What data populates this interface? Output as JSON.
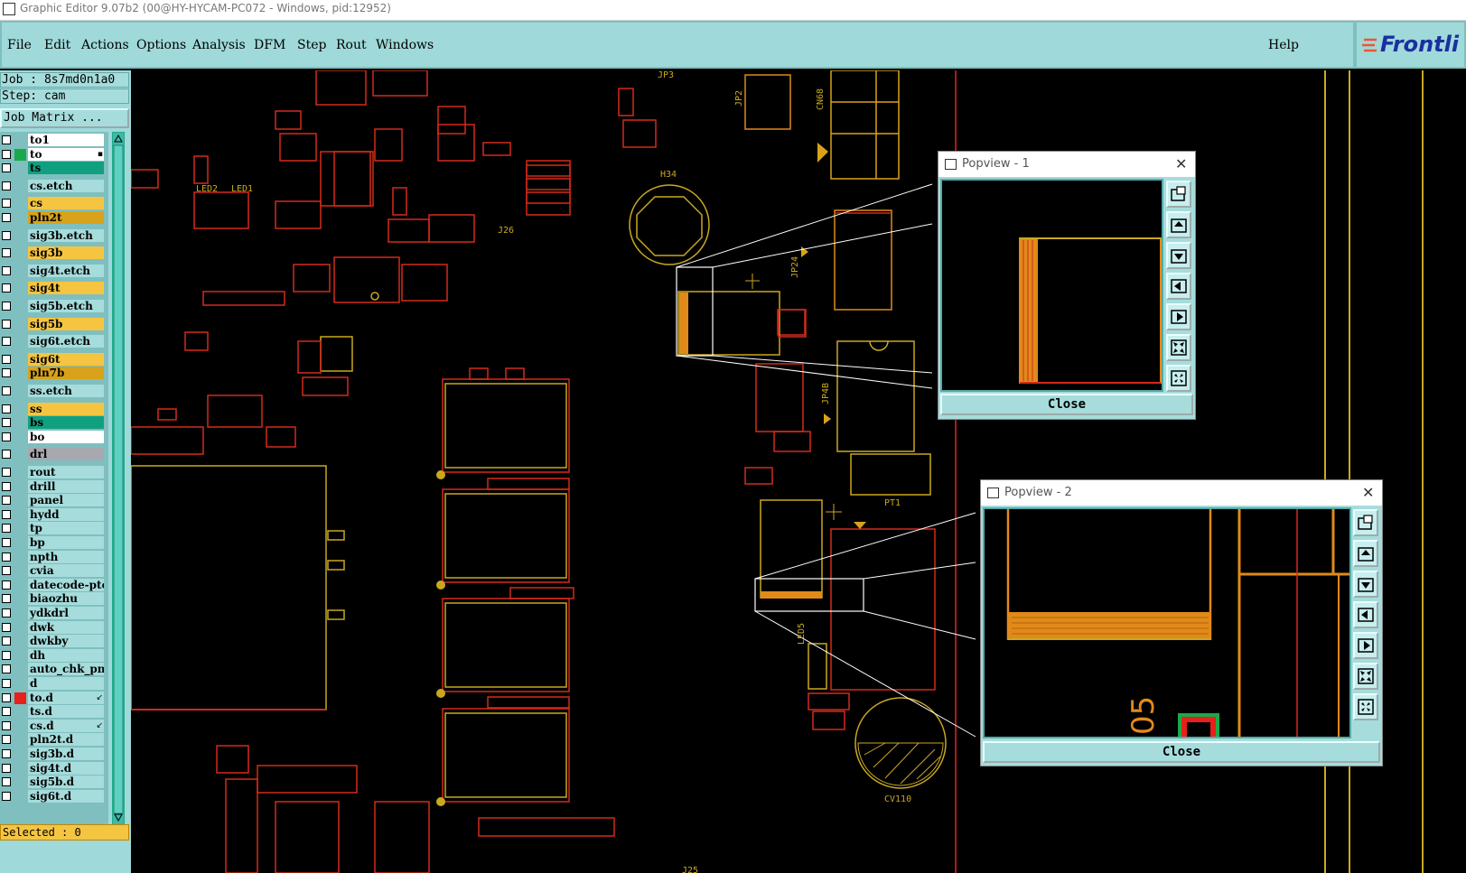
{
  "window": {
    "title": "Graphic Editor 9.07b2 (00@HY-HYCAM-PC072 - Windows, pid:12952)"
  },
  "menubar": {
    "items": [
      "File",
      "Edit",
      "Actions",
      "Options",
      "Analysis",
      "DFM",
      "Step",
      "Rout",
      "Windows"
    ],
    "help": "Help",
    "logo": "Frontli"
  },
  "info": {
    "job": "Job : 8s7md0n1a0",
    "step": "Step: cam",
    "job_matrix": "Job Matrix ...",
    "selected": "Selected : 0"
  },
  "colors": {
    "board_bg": "#000000",
    "panel_bg": "#9fd9d9",
    "trace_red": "#d42a1a",
    "trace_orange": "#e08a1a",
    "trace_yellow": "#d8a21a",
    "layer_orange": "#f5c542",
    "layer_green": "#10a080",
    "layer_white": "#ffffff",
    "layer_gray": "#a8a8b0",
    "layer_cyan": "#a6dcdc"
  },
  "layers": [
    {
      "name": "to1",
      "bg": "#ffffff",
      "swatch": ""
    },
    {
      "name": "to",
      "bg": "#ffffff",
      "swatch": "#1aa84a",
      "mark": "▪"
    },
    {
      "name": "ts",
      "bg": "#10a080",
      "swatch": ""
    },
    {
      "name": "cs.etch",
      "bg": "#a6dcdc",
      "swatch": ""
    },
    {
      "name": "cs",
      "bg": "#f5c542",
      "swatch": ""
    },
    {
      "name": "pln2t",
      "bg": "#d8a21a",
      "swatch": ""
    },
    {
      "name": "sig3b.etch",
      "bg": "#a6dcdc",
      "swatch": ""
    },
    {
      "name": "sig3b",
      "bg": "#f5c542",
      "swatch": ""
    },
    {
      "name": "sig4t.etch",
      "bg": "#a6dcdc",
      "swatch": ""
    },
    {
      "name": "sig4t",
      "bg": "#f5c542",
      "swatch": ""
    },
    {
      "name": "sig5b.etch",
      "bg": "#a6dcdc",
      "swatch": ""
    },
    {
      "name": "sig5b",
      "bg": "#f5c542",
      "swatch": ""
    },
    {
      "name": "sig6t.etch",
      "bg": "#a6dcdc",
      "swatch": ""
    },
    {
      "name": "sig6t",
      "bg": "#f5c542",
      "swatch": ""
    },
    {
      "name": "pln7b",
      "bg": "#d8a21a",
      "swatch": ""
    },
    {
      "name": "ss.etch",
      "bg": "#a6dcdc",
      "swatch": ""
    },
    {
      "name": "ss",
      "bg": "#f5c542",
      "swatch": ""
    },
    {
      "name": "bs",
      "bg": "#10a080",
      "swatch": ""
    },
    {
      "name": "bo",
      "bg": "#ffffff",
      "swatch": ""
    },
    {
      "name": "drl",
      "bg": "#a8a8b0",
      "swatch": ""
    },
    {
      "name": "rout",
      "bg": "#a6dcdc",
      "swatch": ""
    },
    {
      "name": "drill",
      "bg": "#a6dcdc",
      "swatch": ""
    },
    {
      "name": "panel",
      "bg": "#a6dcdc",
      "swatch": ""
    },
    {
      "name": "hydd",
      "bg": "#a6dcdc",
      "swatch": ""
    },
    {
      "name": "tp",
      "bg": "#a6dcdc",
      "swatch": ""
    },
    {
      "name": "bp",
      "bg": "#a6dcdc",
      "swatch": ""
    },
    {
      "name": "npth",
      "bg": "#a6dcdc",
      "swatch": ""
    },
    {
      "name": "cvia",
      "bg": "#a6dcdc",
      "swatch": ""
    },
    {
      "name": "datecode-ptch",
      "bg": "#a6dcdc",
      "swatch": ""
    },
    {
      "name": "biaozhu",
      "bg": "#a6dcdc",
      "swatch": ""
    },
    {
      "name": "ydkdrl",
      "bg": "#a6dcdc",
      "swatch": ""
    },
    {
      "name": "dwk",
      "bg": "#a6dcdc",
      "swatch": ""
    },
    {
      "name": "dwkby",
      "bg": "#a6dcdc",
      "swatch": ""
    },
    {
      "name": "dh",
      "bg": "#a6dcdc",
      "swatch": ""
    },
    {
      "name": "auto_chk_pn.",
      "bg": "#a6dcdc",
      "swatch": ""
    },
    {
      "name": "d",
      "bg": "#a6dcdc",
      "swatch": ""
    },
    {
      "name": "to.d",
      "bg": "#a6dcdc",
      "swatch": "#e8201a",
      "mark": "↙"
    },
    {
      "name": "ts.d",
      "bg": "#a6dcdc",
      "swatch": ""
    },
    {
      "name": "cs.d",
      "bg": "#a6dcdc",
      "swatch": "",
      "mark": "↙"
    },
    {
      "name": "pln2t.d",
      "bg": "#a6dcdc",
      "swatch": ""
    },
    {
      "name": "sig3b.d",
      "bg": "#a6dcdc",
      "swatch": ""
    },
    {
      "name": "sig4t.d",
      "bg": "#a6dcdc",
      "swatch": ""
    },
    {
      "name": "sig5b.d",
      "bg": "#a6dcdc",
      "swatch": ""
    },
    {
      "name": "sig6t.d",
      "bg": "#a6dcdc",
      "swatch": ""
    }
  ],
  "board_labels": [
    "JP3",
    "JP2",
    "CN68",
    "H34",
    "LED2",
    "LED1",
    "J26",
    "JP24",
    "JP4B",
    "PT1",
    "LED5",
    "CV110",
    "J25"
  ],
  "popviews": [
    {
      "title": "Popview - 1",
      "close": "Close",
      "close_x": "✕"
    },
    {
      "title": "Popview - 2",
      "close": "Close",
      "close_x": "✕",
      "zoom_text": "05"
    }
  ],
  "popview_tools": [
    "zoom-fit-icon",
    "pan-up-icon",
    "pan-down-icon",
    "pan-left-icon",
    "pan-right-icon",
    "zoom-out-icon",
    "zoom-in-icon"
  ]
}
